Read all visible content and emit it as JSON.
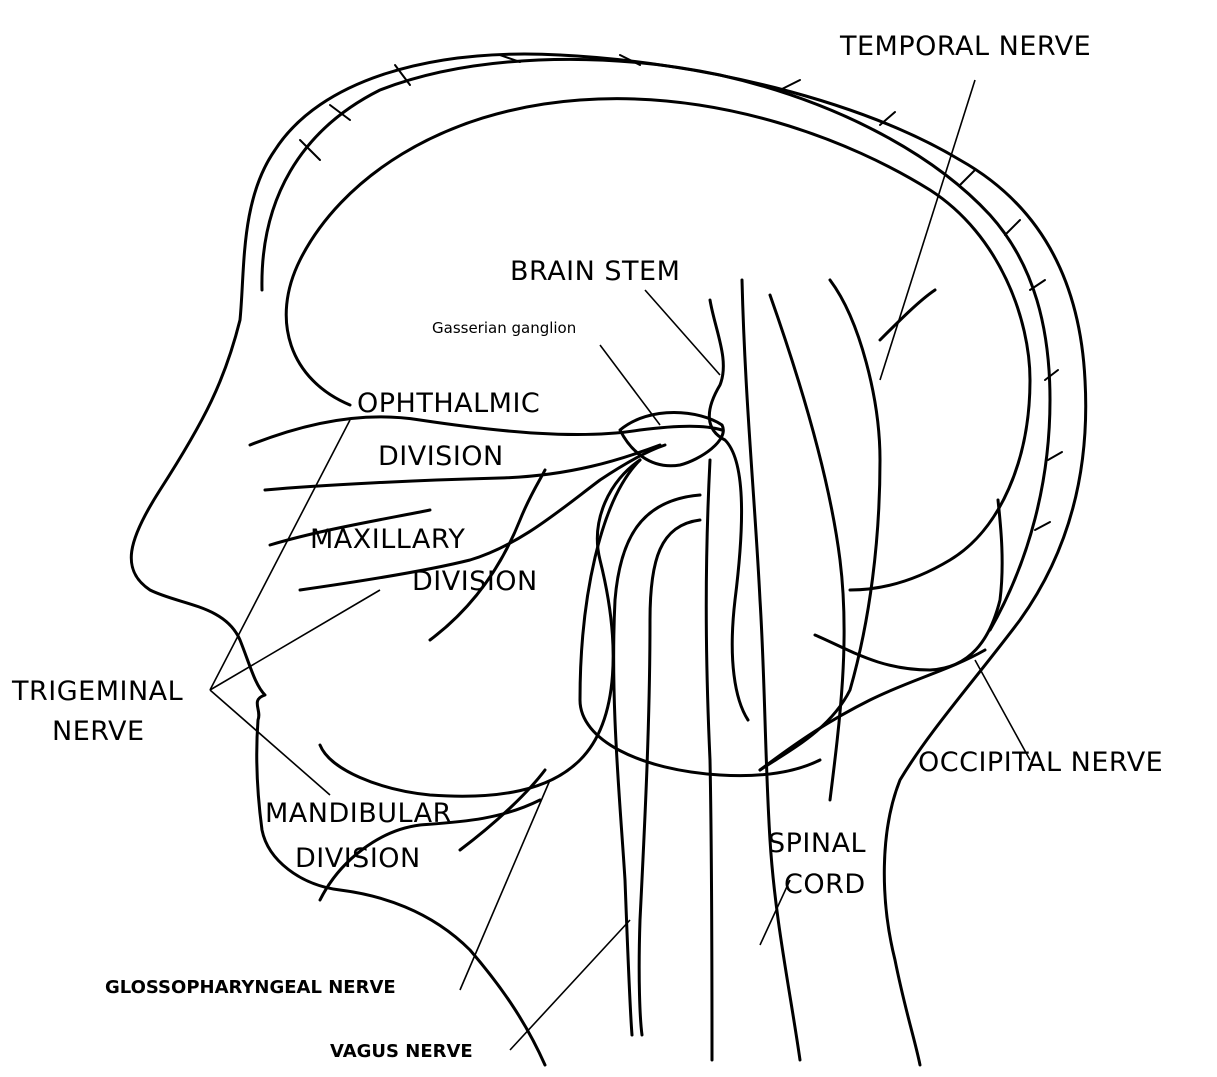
{
  "labels": {
    "temporal_nerve": "TEMPORAL NERVE",
    "brain_stem": "BRAIN STEM",
    "gasserian_ganglion": "Gasserian ganglion",
    "ophthalmic_1": "OPHTHALMIC",
    "ophthalmic_2": "DIVISION",
    "maxillary_1": "MAXILLARY",
    "maxillary_2": "DIVISION",
    "trigeminal_1": "TRIGEMINAL",
    "trigeminal_2": "NERVE",
    "mandibular_1": "MANDIBULAR",
    "mandibular_2": "DIVISION",
    "spinal_1": "SPINAL",
    "spinal_2": "CORD",
    "occipital_nerve": "OCCIPITAL NERVE",
    "glossopharyngeal_nerve": "GLOSSOPHARYNGEAL NERVE",
    "vagus_nerve": "VAGUS NERVE"
  },
  "colors": {
    "ink": "#000000",
    "paper": "#ffffff"
  }
}
